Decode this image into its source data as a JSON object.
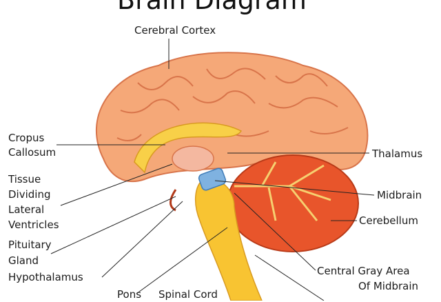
{
  "title": "Brain Diagram",
  "labels": {
    "cerebral_cortex": "Cerebral Cortex",
    "corpus_callosum_1": "Cropus",
    "corpus_callosum_2": "Callosum",
    "tissue_1": "Tissue",
    "tissue_2": "Dividing",
    "tissue_3": "Lateral",
    "tissue_4": "Ventricles",
    "pituitary_1": "Pituitary",
    "pituitary_2": "Gland",
    "hypothalamus": "Hypothalamus",
    "pons": "Pons",
    "spinal_cord": "Spinal Cord",
    "thalamus": "Thalamus",
    "midbrain": "Midbrain",
    "cerebellum": "Cerebellum",
    "central_gray_1": "Central Gray Area",
    "central_gray_2": "Of Midbrain"
  },
  "colors": {
    "cerebrum": "#f5a878",
    "cerebrum_outline": "#d8744a",
    "cerebellum": "#e8552b",
    "brainstem": "#f8c432",
    "thalamus": "#f4b8a0",
    "midbrain": "#7fb2e0"
  }
}
